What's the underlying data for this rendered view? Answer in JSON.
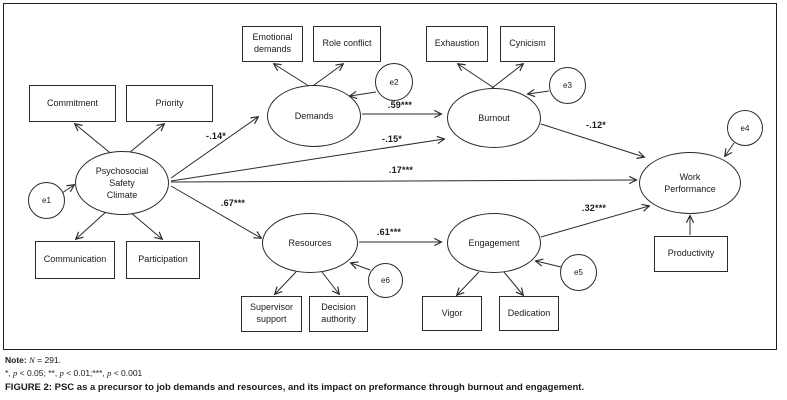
{
  "diagram": {
    "latent": {
      "psc": "Psychosocial\nSafety\nClimate",
      "demands": "Demands",
      "burnout": "Burnout",
      "resources": "Resources",
      "engagement": "Engagement",
      "work_performance": "Work\nPerformance"
    },
    "observed": {
      "commitment": "Commitment",
      "priority": "Priority",
      "emotional_demands": "Emotional\ndemands",
      "role_conflict": "Role conflict",
      "exhaustion": "Exhaustion",
      "cynicism": "Cynicism",
      "communication": "Communication",
      "participation": "Participation",
      "supervisor_support": "Supervisor\nsupport",
      "decision_authority": "Decision\nauthority",
      "vigor": "Vigor",
      "dedication": "Dedication",
      "productivity": "Productivity"
    },
    "errors": {
      "e1": "e1",
      "e2": "e2",
      "e3": "e3",
      "e4": "e4",
      "e5": "e5",
      "e6": "e6"
    },
    "coefficients": {
      "psc_demands": "-.14*",
      "psc_burnout": "-.15*",
      "psc_work_performance": ".17***",
      "psc_resources": ".67***",
      "demands_burnout": ".59***",
      "burnout_work_performance": "-.12*",
      "resources_engagement": ".61***",
      "engagement_work_performance": ".32***"
    }
  },
  "footnotes": {
    "note": {
      "label": "Note:",
      "n_symbol": "N",
      "rest": " = 291."
    },
    "significance": {
      "s1": "*, ",
      "p1": "p",
      "s2": " < 0.05; **, ",
      "p2": "p",
      "s3": " < 0.01;***, ",
      "p3": "p",
      "s4": " < 0.001"
    },
    "caption": {
      "label": "FIGURE 2:",
      "text": " PSC as a precursor to job demands and resources, and its impact on preformance through burnout and engagement."
    }
  }
}
